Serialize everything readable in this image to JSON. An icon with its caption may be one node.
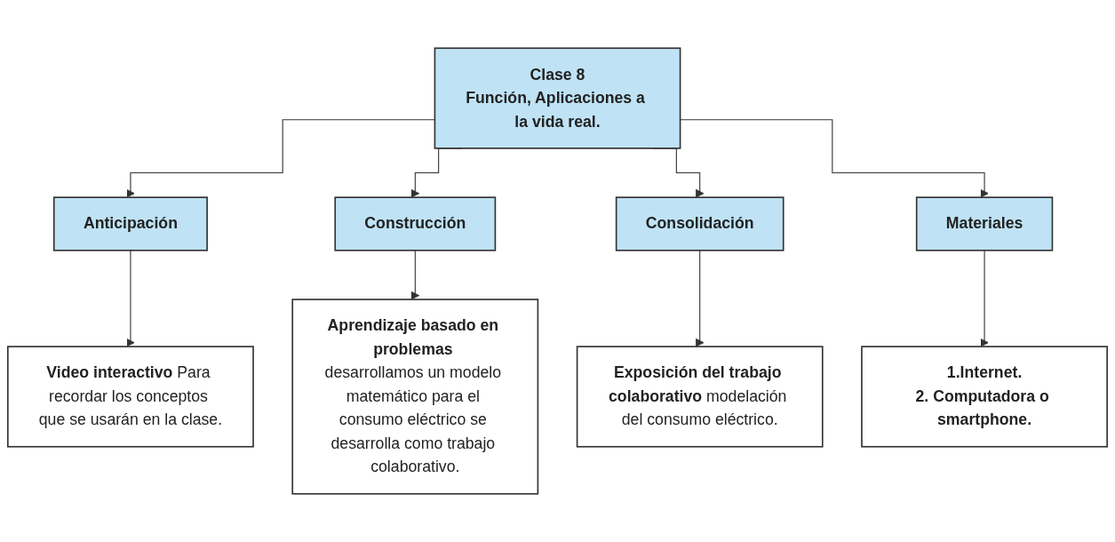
{
  "diagram": {
    "nodes": [
      {
        "text": [
          "Clase 8",
          "Función, Aplicaciones a la vida real."
        ]
      },
      {
        "text": [
          "Anticipación"
        ]
      },
      {
        "text": [
          "Construcción"
        ]
      },
      {
        "text": [
          "Consolidación"
        ]
      },
      {
        "text": [
          "Materiales"
        ]
      },
      {
        "text": [
          "**Video interactivo** Para recordar los conceptos que se usarán en la clase."
        ]
      },
      {
        "text": [
          "**Aprendizaje basado en problemas** desarrollamos un modelo matemático para el consumo eléctrico se desarrolla como trabajo colaborativo."
        ]
      },
      {
        "text": [
          "**Exposición del trabajo colaborativo** modelación del consumo eléctrico."
        ]
      },
      {
        "text": [
          "1.Internet.",
          "2. Computadora o smartphone."
        ]
      }
    ],
    "edges": [
      {
        "from": 0,
        "to": 1,
        "arrow": "to"
      },
      {
        "from": 0,
        "to": 2,
        "arrow": "to"
      },
      {
        "from": 0,
        "to": 3,
        "arrow": "to"
      },
      {
        "from": 0,
        "to": 4,
        "arrow": "to"
      },
      {
        "from": 1,
        "to": 5,
        "arrow": "to"
      },
      {
        "from": 2,
        "to": 6,
        "arrow": "to"
      },
      {
        "from": 3,
        "to": 7,
        "arrow": "to"
      },
      {
        "from": 4,
        "to": 8,
        "arrow": "to"
      }
    ]
  }
}
